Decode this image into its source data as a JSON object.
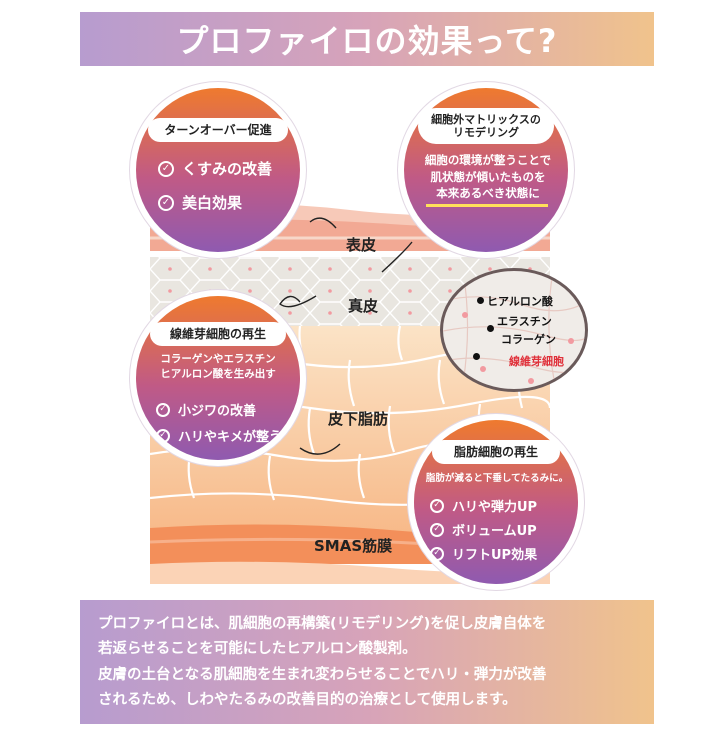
{
  "header": {
    "title": "プロファイロの効果って?"
  },
  "layers": {
    "epidermis": "表皮",
    "dermis": "真皮",
    "subcutaneous": "皮下脂肪",
    "smas": "SMAS筋膜"
  },
  "circles": {
    "turnover": {
      "title": "ターンオーバー促進",
      "items": [
        "くすみの改善",
        "美白効果"
      ]
    },
    "matrix": {
      "title_line1": "細胞外マトリックスの",
      "title_line2": "リモデリング",
      "text_line1": "細胞の環境が整うことで",
      "text_line2": "肌状態が傾いたものを",
      "text_line3": "本来あるべき状態に"
    },
    "fibroblast": {
      "title": "線維芽細胞の再生",
      "text_line1": "コラーゲンやエラスチン",
      "text_line2": "ヒアルロン酸を生み出す",
      "items": [
        "小ジワの改善",
        "ハリやキメが整う"
      ]
    },
    "adipocyte": {
      "title": "脂肪細胞の再生",
      "text_line1": "脂肪が減ると下垂してたるみに。",
      "items": [
        "ハリや弾力UP",
        "ボリュームUP",
        "リフトUP効果"
      ]
    }
  },
  "zoom": {
    "labels": [
      "ヒアルロン酸",
      "エラスチン",
      "コラーゲン",
      "線維芽細胞"
    ]
  },
  "footer": {
    "line1": "プロファイロとは、肌細胞の再構築(リモデリング)を促し皮膚自体を",
    "line2": "若返らせることを可能にしたヒアルロン酸製剤。",
    "line3": "皮膚の土台となる肌細胞を生まれ変わらせることでハリ・弾力が改善",
    "line4": "されるため、しわやたるみの改善目的の治療として使用します。"
  },
  "icons": {
    "check": "check-circle-icon"
  },
  "colors": {
    "accent_yellow": "#ffe15a",
    "fibroblast_red": "#e0303a"
  }
}
